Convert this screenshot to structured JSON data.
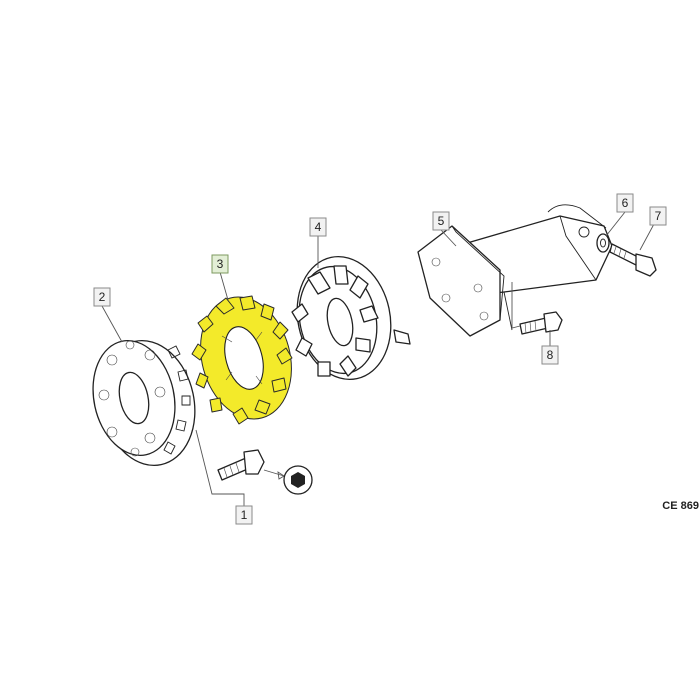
{
  "callouts": [
    {
      "id": "1",
      "label": "1"
    },
    {
      "id": "2",
      "label": "2"
    },
    {
      "id": "3",
      "label": "3"
    },
    {
      "id": "4",
      "label": "4"
    },
    {
      "id": "5",
      "label": "5"
    },
    {
      "id": "6",
      "label": "6"
    },
    {
      "id": "7",
      "label": "7"
    },
    {
      "id": "8",
      "label": "8"
    }
  ],
  "highlighted_part": "3",
  "drawing_code": "CE 869",
  "colors": {
    "highlight": "#f3ea2a",
    "callout_box": "#f2f2f2",
    "callout_highlight": "#e3efd6"
  }
}
